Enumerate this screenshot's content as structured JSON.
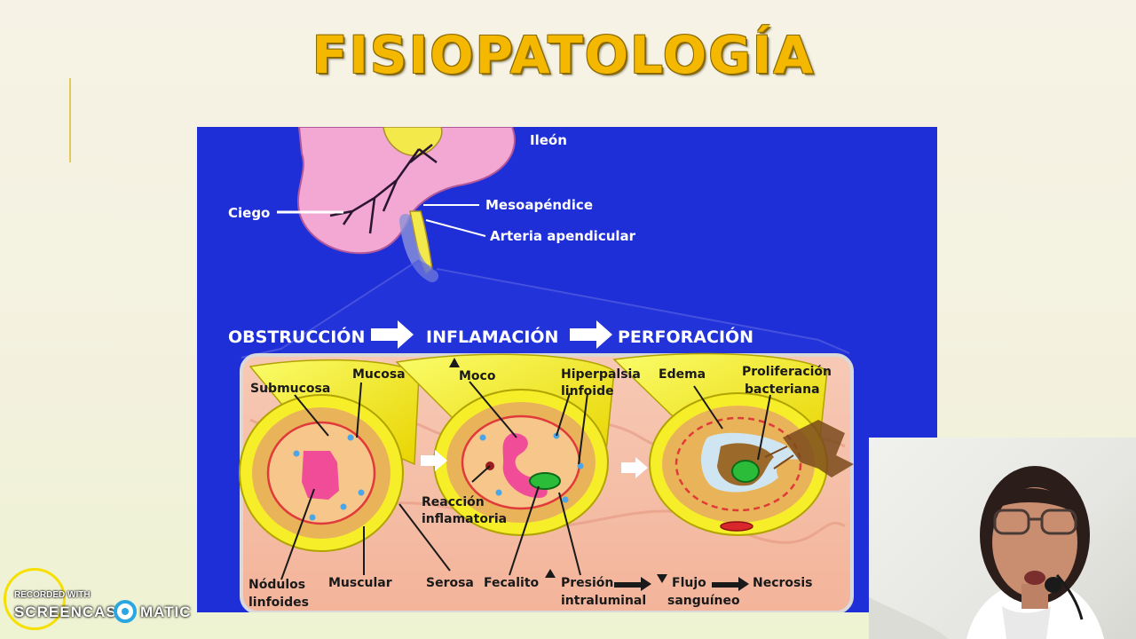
{
  "slide": {
    "title": "FISIOPATOLOGÍA"
  },
  "diagram": {
    "labels": {
      "ileon": "Ileón",
      "ciego": "Ciego",
      "mesoapendice": "Mesoapéndice",
      "arteria": "Arteria apendicular",
      "obstruccion": "OBSTRUCCIÓN",
      "inflamacion": "INFLAMACIÓN",
      "perforacion": "PERFORACIÓN",
      "submucosa": "Submucosa",
      "mucosa": "Mucosa",
      "moco": "Moco",
      "hiperplasia_1": "Hiperpalsia",
      "hiperplasia_2": "linfoide",
      "edema": "Edema",
      "proliferacion_1": "Proliferación",
      "proliferacion_2": "bacteriana",
      "reaccion_1": "Reacción",
      "reaccion_2": "inflamatoria",
      "nodulos_1": "Nódulos",
      "nodulos_2": "linfoides",
      "muscular": "Muscular",
      "serosa": "Serosa",
      "fecalito": "Fecalito",
      "presion_1": "Presión",
      "presion_2": "intraluminal",
      "flujo_1": "Flujo",
      "flujo_2": "sanguíneo",
      "necrosis": "Necrosis"
    },
    "colors": {
      "background": "#1f2fd8",
      "tissue_yellow": "#f3f02a",
      "tissue_pink": "#f2a5c8",
      "accent_red": "#d8262c"
    }
  },
  "watermark": {
    "line1": "RECORDED WITH",
    "line2": "SCREENCAST",
    "line3": "MATIC"
  }
}
